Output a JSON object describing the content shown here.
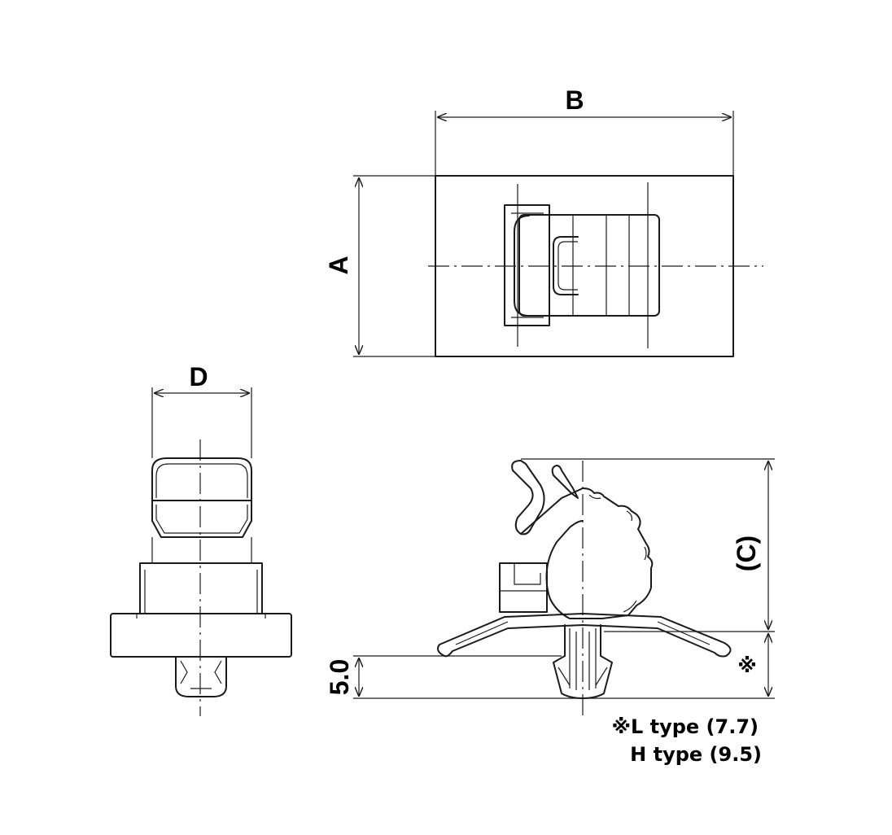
{
  "dimensions": {
    "A": "A",
    "B": "B",
    "C": "(C)",
    "D": "D",
    "base_height": "5.0",
    "ref_mark": "※"
  },
  "notes": {
    "l_type": "※L type (7.7)",
    "h_type": "H type (9.5)"
  },
  "colors": {
    "line": "#1a1a1a",
    "background": "#ffffff"
  }
}
